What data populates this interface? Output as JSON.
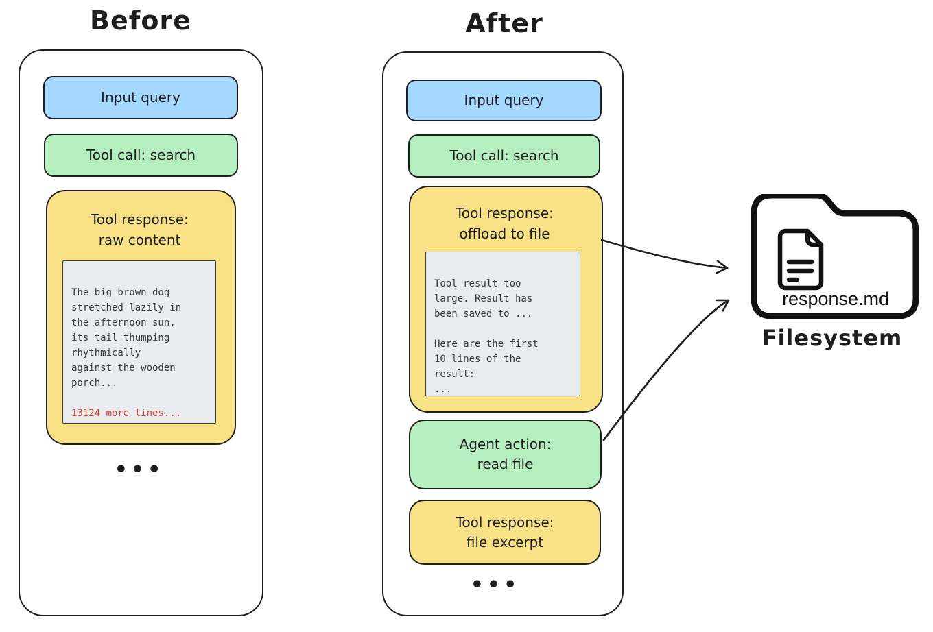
{
  "titles": {
    "before": "Before",
    "after": "After"
  },
  "colors": {
    "node_blue": "#a5d8ff",
    "node_green": "#b5efbf",
    "node_yellow": "#f9e286",
    "code_bg": "#e9ecef",
    "ink": "#1e1e1e",
    "alert_red": "#e23b36"
  },
  "before": {
    "input_query": "Input query",
    "tool_call": "Tool call: search",
    "tool_response_title": "Tool response:\nraw content",
    "raw_text": "The big brown dog\nstretched lazily in\nthe afternoon sun,\nits tail thumping\nrhythmically\nagainst the wooden\nporch...",
    "more_lines": "13124 more lines...",
    "ellipsis": "•••"
  },
  "after": {
    "input_query": "Input query",
    "tool_call": "Tool call: search",
    "offload_title": "Tool response:\noffload to file",
    "offload_text": "Tool result too\nlarge. Result has\nbeen saved to ...\n\nHere are the first\n10 lines of the\nresult:\n...",
    "agent_action": "Agent action:\nread file",
    "file_excerpt": "Tool response:\nfile excerpt",
    "ellipsis": "•••"
  },
  "filesystem": {
    "file_label": "response.md",
    "caption": "Filesystem"
  }
}
